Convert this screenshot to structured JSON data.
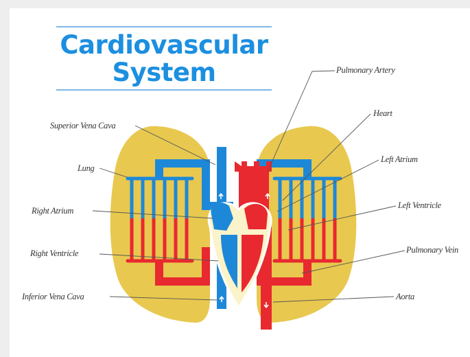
{
  "title": {
    "line1": "Cardiovascular",
    "line2": "System"
  },
  "labels": {
    "superior_vena_cava": "Superior Vena Cava",
    "lung": "Lung",
    "right_atrium": "Right Atrium",
    "right_ventricle": "Right Ventricle",
    "inferior_vena_cava": "Inferior Vena Cava",
    "pulmonary_artery": "Pulmonary Artery",
    "heart": "Heart",
    "left_atrium": "Left Atrium",
    "left_ventricle": "Left Ventricle",
    "pulmonary_vein": "Pulmonary Vein",
    "aorta": "Aorta"
  },
  "colors": {
    "oxygen_poor_blood": "#1e88d8",
    "oxygen_rich_blood": "#e8292f",
    "lung_fill": "#e8c84f",
    "heart_fill": "#fbf3c9",
    "title": "#1c8fe0"
  }
}
